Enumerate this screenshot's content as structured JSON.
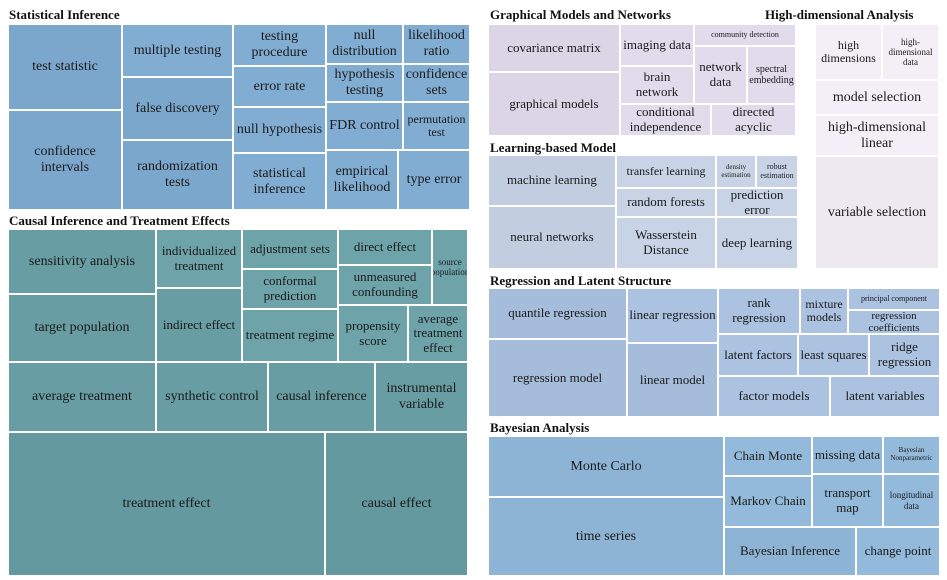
{
  "chart_data": {
    "type": "treemap",
    "groups": [
      {
        "name": "Statistical Inference",
        "color": "#7ea9cf",
        "items": [
          {
            "label": "test statistic"
          },
          {
            "label": "confidence intervals"
          },
          {
            "label": "multiple testing"
          },
          {
            "label": "false discovery"
          },
          {
            "label": "randomization tests"
          },
          {
            "label": "testing procedure"
          },
          {
            "label": "error rate"
          },
          {
            "label": "null hypothesis"
          },
          {
            "label": "statistical inference"
          },
          {
            "label": "null distribution"
          },
          {
            "label": "hypothesis testing"
          },
          {
            "label": "FDR control"
          },
          {
            "label": "empirical likelihood"
          },
          {
            "label": "likelihood ratio"
          },
          {
            "label": "confidence sets"
          },
          {
            "label": "permutation test"
          },
          {
            "label": "type error"
          }
        ]
      },
      {
        "name": "Causal Inference and Treatment Effects",
        "color": "#6a9fa6",
        "items": [
          {
            "label": "sensitivity analysis"
          },
          {
            "label": "target population"
          },
          {
            "label": "average treatment"
          },
          {
            "label": "individualized treatment"
          },
          {
            "label": "indirect effect"
          },
          {
            "label": "adjustment sets"
          },
          {
            "label": "conformal prediction"
          },
          {
            "label": "treatment regime"
          },
          {
            "label": "direct effect"
          },
          {
            "label": "source population"
          },
          {
            "label": "unmeasured confounding"
          },
          {
            "label": "propensity score"
          },
          {
            "label": "average treatment effect"
          },
          {
            "label": "synthetic control"
          },
          {
            "label": "causal inference"
          },
          {
            "label": "instrumental variable"
          },
          {
            "label": "treatment effect"
          },
          {
            "label": "causal effect"
          }
        ]
      },
      {
        "name": "Graphical Models and Networks",
        "color": "#dcd8e8",
        "items": [
          {
            "label": "covariance matrix"
          },
          {
            "label": "graphical models"
          },
          {
            "label": "imaging data"
          },
          {
            "label": "community detection"
          },
          {
            "label": "brain network"
          },
          {
            "label": "network data"
          },
          {
            "label": "spectral embedding"
          },
          {
            "label": "conditional independence"
          },
          {
            "label": "directed acyclic"
          }
        ]
      },
      {
        "name": "High-dimensional Analysis",
        "color": "#f0ebf2",
        "items": [
          {
            "label": "high dimensions"
          },
          {
            "label": "high-dimensional data"
          },
          {
            "label": "model selection"
          },
          {
            "label": "high-dimensional linear"
          },
          {
            "label": "variable selection"
          }
        ]
      },
      {
        "name": "Learning-based Model",
        "color": "#c4cfe2",
        "items": [
          {
            "label": "machine learning"
          },
          {
            "label": "neural networks"
          },
          {
            "label": "transfer learning"
          },
          {
            "label": "density estimation"
          },
          {
            "label": "robust estimation"
          },
          {
            "label": "random forests"
          },
          {
            "label": "prediction error"
          },
          {
            "label": "Wasserstein Distance"
          },
          {
            "label": "deep learning"
          }
        ]
      },
      {
        "name": "Regression and Latent Structure",
        "color": "#a7bedc",
        "items": [
          {
            "label": "quantile regression"
          },
          {
            "label": "regression model"
          },
          {
            "label": "linear regression"
          },
          {
            "label": "linear model"
          },
          {
            "label": "rank regression"
          },
          {
            "label": "mixture models"
          },
          {
            "label": "principal component"
          },
          {
            "label": "regression coefficients"
          },
          {
            "label": "latent factors"
          },
          {
            "label": "least squares"
          },
          {
            "label": "ridge regression"
          },
          {
            "label": "factor models"
          },
          {
            "label": "latent variables"
          }
        ]
      },
      {
        "name": "Bayesian Analysis",
        "color": "#8fb6d6",
        "items": [
          {
            "label": "Monte Carlo"
          },
          {
            "label": "time series"
          },
          {
            "label": "Chain Monte"
          },
          {
            "label": "Markov Chain"
          },
          {
            "label": "Bayesian Inference"
          },
          {
            "label": "missing data"
          },
          {
            "label": "transport map"
          },
          {
            "label": "Bayesian Nonparametric"
          },
          {
            "label": "longitudinal data"
          },
          {
            "label": "change point"
          }
        ]
      }
    ]
  }
}
